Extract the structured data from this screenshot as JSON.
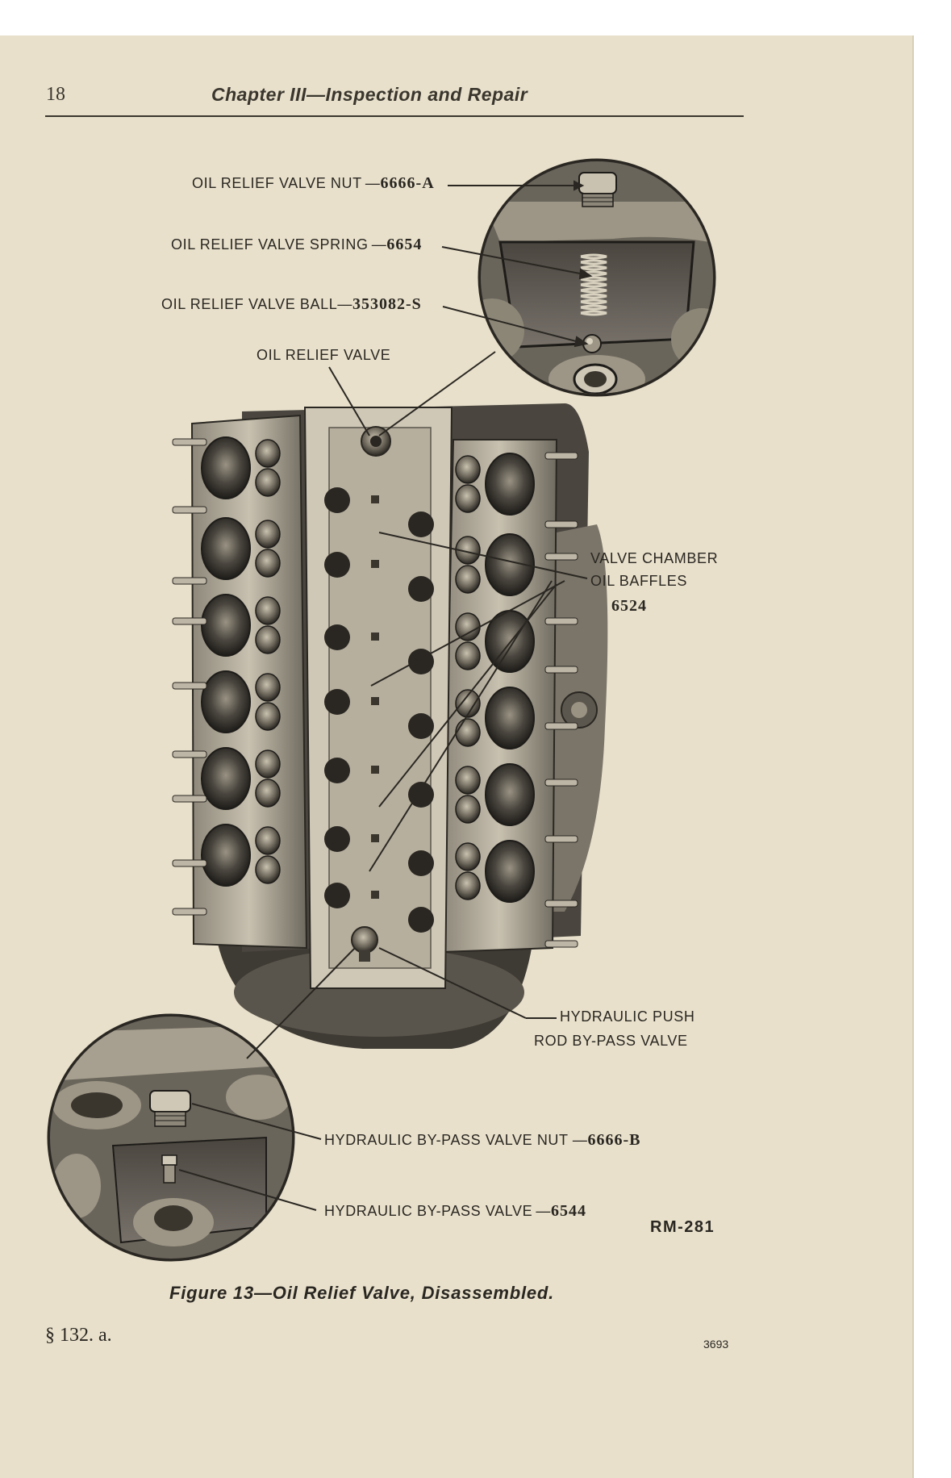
{
  "header": {
    "page_number": "18",
    "chapter_title": "Chapter III—Inspection and Repair"
  },
  "labels": {
    "nut_text": "OIL RELIEF VALVE NUT —",
    "nut_number": "6666-A",
    "spring_text": "OIL RELIEF VALVE SPRING —",
    "spring_number": "6654",
    "ball_text": "OIL RELIEF VALVE BALL—",
    "ball_number": "353082-S",
    "relief_valve": "OIL RELIEF VALVE",
    "baffles_line1": "VALVE CHAMBER",
    "baffles_line2": "OIL BAFFLES",
    "baffles_number": "6524",
    "pushrod_line1": "HYDRAULIC  PUSH",
    "pushrod_line2": "ROD  BY-PASS VALVE",
    "bypass_nut_text": "HYDRAULIC BY-PASS VALVE NUT —",
    "bypass_nut_number": "6666-B",
    "bypass_valve_text": "HYDRAULIC  BY-PASS VALVE —",
    "bypass_valve_number": "6544"
  },
  "figure": {
    "ref": "RM-281",
    "caption": "Figure 13—Oil Relief Valve, Disassembled."
  },
  "footer": {
    "section": "§ 132. a.",
    "code": "3693"
  },
  "colors": {
    "paper": "#e8e0cb",
    "ink": "#2a2722",
    "metal_dark": "#3b3833",
    "metal_light": "#bdb6a6"
  }
}
